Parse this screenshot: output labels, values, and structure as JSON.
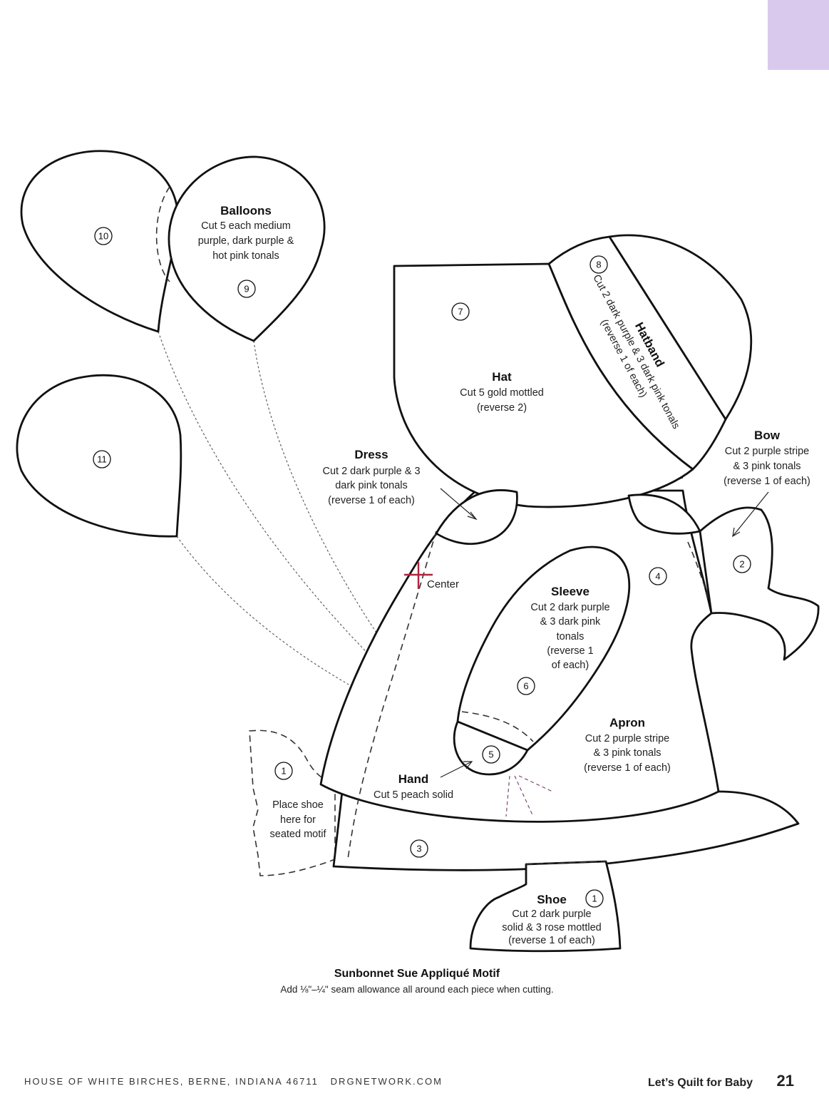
{
  "balloons": {
    "title": "Balloons",
    "lines": [
      "Cut 5 each medium",
      "purple, dark purple &",
      "hot pink tonals"
    ]
  },
  "hat": {
    "title": "Hat",
    "lines": [
      "Cut 5 gold mottled",
      "(reverse 2)"
    ]
  },
  "hatband": {
    "title": "Hatband",
    "lines": [
      "Cut 2 dark purple & 3 dark pink tonals",
      "(reverse 1 of each)"
    ]
  },
  "bow": {
    "title": "Bow",
    "lines": [
      "Cut 2 purple stripe",
      "& 3 pink tonals",
      "(reverse 1 of each)"
    ]
  },
  "dress": {
    "title": "Dress",
    "lines": [
      "Cut 2 dark purple & 3",
      "dark pink tonals",
      "(reverse 1 of each)"
    ]
  },
  "sleeve": {
    "title": "Sleeve",
    "lines": [
      "Cut 2 dark purple",
      "& 3 dark pink",
      "tonals",
      "(reverse 1",
      "of each)"
    ]
  },
  "apron": {
    "title": "Apron",
    "lines": [
      "Cut 2 purple stripe",
      "& 3 pink tonals",
      "(reverse 1 of each)"
    ]
  },
  "hand": {
    "title": "Hand",
    "lines": [
      "Cut 5 peach solid"
    ]
  },
  "shoe": {
    "title": "Shoe",
    "lines": [
      "Cut 2 dark purple",
      "solid & 3 rose mottled",
      "(reverse 1 of each)"
    ]
  },
  "seated_shoe": {
    "lines": [
      "Place shoe",
      "here for",
      "seated motif"
    ]
  },
  "center_label": "Center",
  "piece_numbers": {
    "balloon_a": "10",
    "balloon_b": "9",
    "balloon_c": "11",
    "hat": "7",
    "hatband": "8",
    "bow": "2",
    "dress": "4",
    "sleeve": "6",
    "hand": "5",
    "apron": "3",
    "shoe_seated": "1",
    "shoe": "1"
  },
  "caption": {
    "title": "Sunbonnet Sue Appliqué Motif",
    "note": "Add ⅛\"–¼\" seam allowance all around each piece when cutting."
  },
  "footer": {
    "publisher": "HOUSE OF WHITE BIRCHES, BERNE, INDIANA 46711   DRGNETWORK.COM",
    "book_title": "Let’s Quilt for Baby",
    "page_number": "21"
  },
  "colors": {
    "corner_tab": "#d9c9ec",
    "center_mark": "#b0243f",
    "outline": "#111111"
  }
}
